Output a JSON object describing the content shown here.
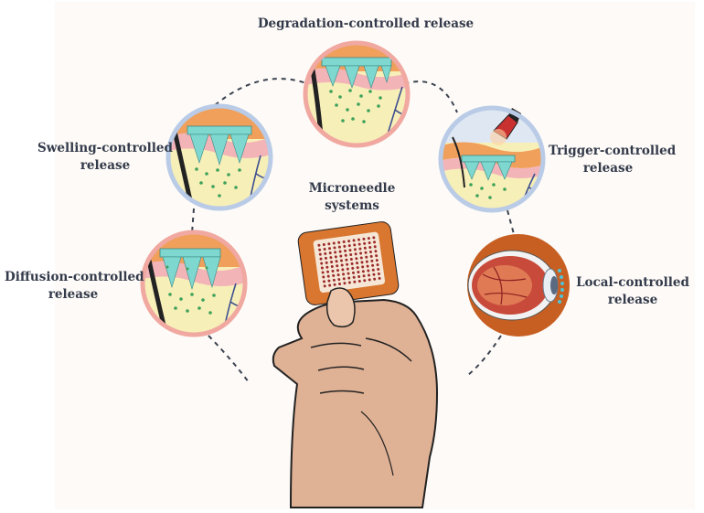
{
  "labels": {
    "degradation": "Degradation-controlled release",
    "swelling_line1": "Swelling-controlled",
    "swelling_line2": "release",
    "trigger_line1": "Trigger-controlled",
    "trigger_line2": "release",
    "center_line1": "Microneedle",
    "center_line2": "systems",
    "diffusion_line1": "Diffusion-controlled",
    "diffusion_line2": "release",
    "local_line1": "Local-controlled",
    "local_line2": "release"
  },
  "colors": {
    "skin_top": "#f0a05a",
    "dermis": "#f7efb8",
    "epidermis": "#f3b4b8",
    "needle": "#7ed8d0",
    "drug_dot": "#3da15a",
    "ring": "#f0a8a0",
    "ring_blue": "#b9cbe6",
    "eye_bg": "#c75f22",
    "patch": "#d9762f",
    "hand": "#e0b295",
    "outline": "#222222"
  },
  "icons": {
    "hair": "hair-icon",
    "vessel": "blood-vessel-icon",
    "lamp": "light-trigger-icon",
    "eye": "eye-icon"
  }
}
